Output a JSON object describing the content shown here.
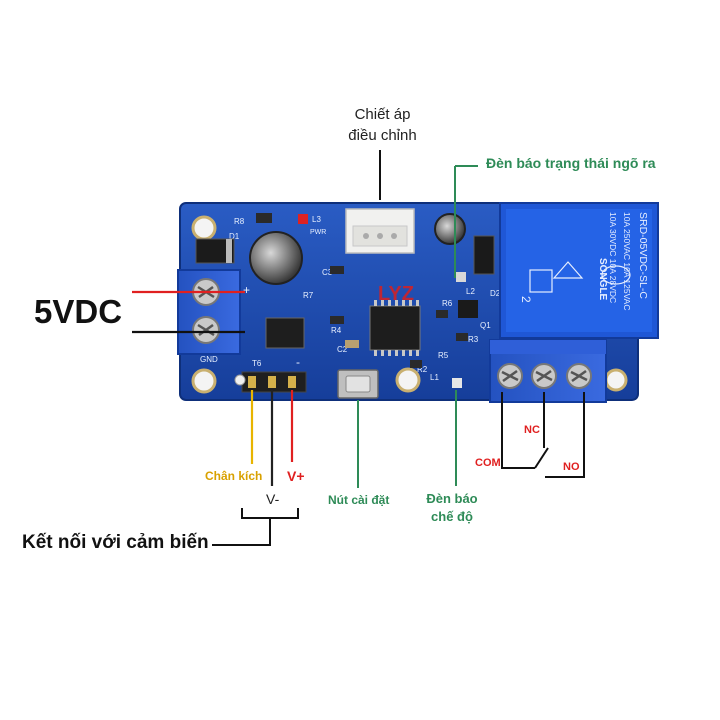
{
  "labels": {
    "pot_line1": "Chiết áp",
    "pot_line2": "điều chỉnh",
    "output_led": "Đèn báo trạng thái ngõ ra",
    "supply": "5VDC",
    "trigger_pin": "Chân kích",
    "v_plus": "V+",
    "v_minus": "V-",
    "sensor_connection": "Kết nối với cảm biến",
    "setup_button": "Nút cài đặt",
    "mode_led_line1": "Đèn báo",
    "mode_led_line2": "chế độ",
    "com": "COM",
    "nc": "NC",
    "no": "NO"
  },
  "board_silkscreen": {
    "r8": "R8",
    "d1": "D1",
    "l3": "L3",
    "pwr": "PWR",
    "c3": "C3",
    "r7": "R7",
    "r4": "R4",
    "c2": "C2",
    "r6": "R6",
    "l2": "L2",
    "d2": "D2",
    "q1": "Q1",
    "r3": "R3",
    "r5": "R5",
    "r2": "R2",
    "l1": "L1",
    "t6": "T6",
    "gnd": "GND",
    "plus": "+",
    "minus": "-",
    "watermark": "LYZ"
  },
  "relay": {
    "model": "SRD-05VDC-SL-C",
    "rating1": "10A 250VAC  10A 125VAC",
    "rating2": "10A 30VDC  10A 28VDC",
    "brand": "SONGLE",
    "pin_mark": "2"
  },
  "colors": {
    "board": "#1f4fb4",
    "terminal_block": "#2f5fd0",
    "signal_wire": "#e8b400",
    "power_wire": "#e02020",
    "ground_wire": "#222222",
    "indicator_line": "#2e8b57",
    "label_red": "#e02020"
  }
}
